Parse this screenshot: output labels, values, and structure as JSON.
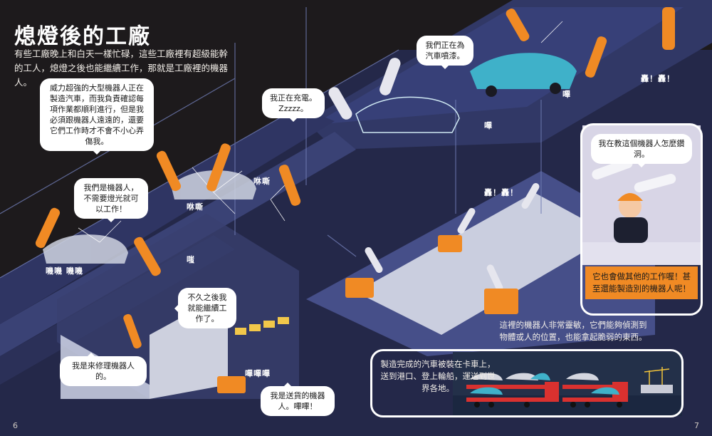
{
  "title": "熄燈後的工廠",
  "intro": "有些工廠晚上和白天一樣忙碌，這些工廠裡有超級能幹的工人，熄燈之後也能繼續工作，那就是工廠裡的機器人。",
  "bubbles": {
    "big_robots": "威力超強的大型機器人正在製造汽車，而我負責確認每項作業都順利進行，但是我必須跟機器人遠遠的，還要它們工作時才不會不小心弄傷我。",
    "charging": "我正在充電。Zzzzz。",
    "painting": "我們正在為汽車噴漆。",
    "no_light": "我們是機器人，不需要燈光就可以工作！",
    "soon_work": "不久之後我就能繼續工作了。",
    "repair": "我是來修理機器人的。",
    "delivery": "我是送貨的機器人。嗶嗶！",
    "teaching": "我在教這個機器人怎麼鑽洞。"
  },
  "orange_note": "它也會做其他的工作喔！甚至還能製造別的機器人呢！",
  "captions": {
    "sensing": "這裡的機器人非常靈敏，它們能夠偵測到物體或人的位置，也能拿起脆弱的東西。",
    "shipping": "製造完成的汽車被裝在卡車上，送到港口、登上輪船，運送到世界各地。"
  },
  "sfx": {
    "bang_top": "轟！轟！",
    "whoosh_1": "咻嘶",
    "whoosh_2": "咻嘶",
    "whoosh_3": "嗶",
    "whoosh_4": "嗶",
    "clang": "嘰嘰 嘰嘰",
    "bang_mid": "轟！轟！",
    "beep": "嗶嗶嗶",
    "zing": "嗤"
  },
  "page_numbers": {
    "left": "6",
    "right": "7"
  },
  "colors": {
    "background": "#1d1a1c",
    "floor": "#2a2d4f",
    "robot_orange": "#f08a24",
    "car_blue": "#3fb1c9",
    "wall_line": "#6f7bb3"
  }
}
